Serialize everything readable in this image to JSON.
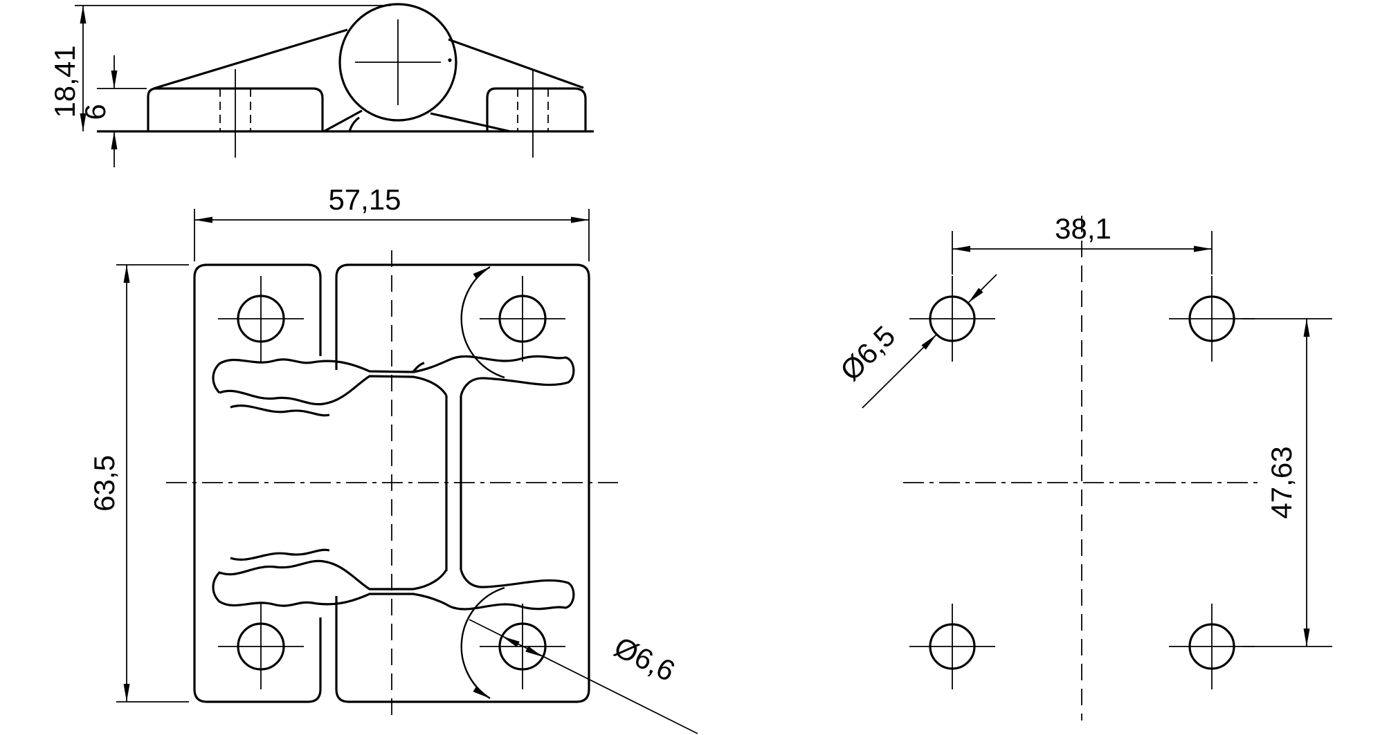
{
  "drawing": {
    "background_color": "#ffffff",
    "line_color": "#000000",
    "views": {
      "side_view": {
        "dims": {
          "total_height": "18,41",
          "plate_thickness": "6"
        }
      },
      "plan_view": {
        "dims": {
          "plate_width": "57,15",
          "plate_height": "63,5",
          "hole_diameter": "Ø6,6"
        }
      },
      "hole_pattern_view": {
        "dims": {
          "hole_spacing_horizontal": "38,1",
          "hole_spacing_vertical": "47,63",
          "hole_diameter": "Ø6,5"
        }
      }
    }
  }
}
